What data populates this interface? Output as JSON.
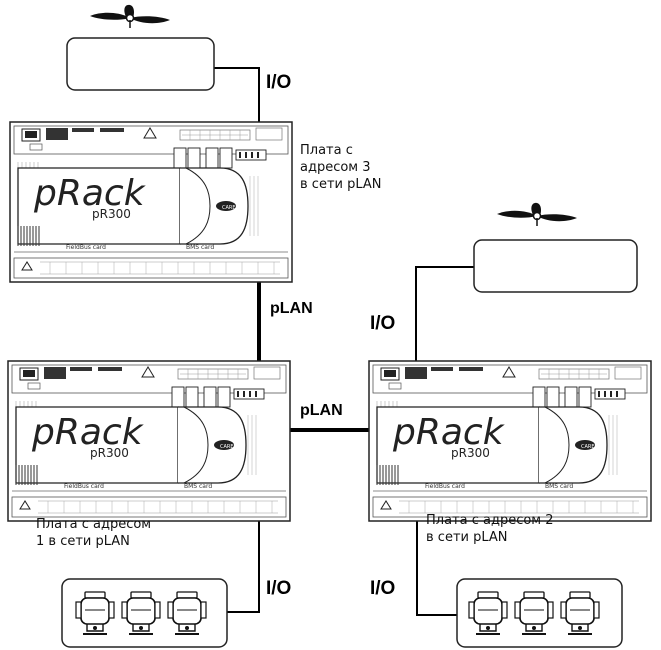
{
  "controllers": [
    {
      "id": "board3",
      "brand": "pRack",
      "model": "pR300",
      "logo": "CAREL",
      "card_left": "FieldBus card",
      "card_right": "BMS card",
      "caption": [
        "Плата с",
        "адресом 3",
        "в сети pLAN"
      ]
    },
    {
      "id": "board1",
      "brand": "pRack",
      "model": "pR300",
      "logo": "CAREL",
      "card_left": "FieldBus card",
      "card_right": "BMS card",
      "caption": [
        "Плата с адресом",
        "1 в сети pLAN"
      ]
    },
    {
      "id": "board2",
      "brand": "pRack",
      "model": "pR300",
      "logo": "CAREL",
      "card_left": "FieldBus card",
      "card_right": "BMS card",
      "caption": [
        "Плата с адресом 2",
        "в сети pLAN"
      ]
    }
  ],
  "connections": {
    "io_top": "I/O",
    "plan_vertical": "pLAN",
    "plan_horizontal": "pLAN",
    "io_right": "I/O",
    "io_bottom_left": "I/O",
    "io_bottom_right": "I/O"
  },
  "devices": [
    {
      "type": "fan-unit",
      "icon": "fan-icon"
    },
    {
      "type": "fan-unit",
      "icon": "fan-icon"
    },
    {
      "type": "compressor-rack",
      "icon": "compressor-icon",
      "count": 3
    },
    {
      "type": "compressor-rack",
      "icon": "compressor-icon",
      "count": 3
    }
  ],
  "colors": {
    "line": "#000000",
    "board_fill": "#ffffff",
    "stroke": "#222222"
  }
}
